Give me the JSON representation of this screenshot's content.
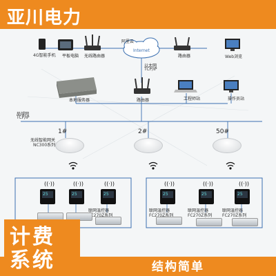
{
  "brand": "亚川电力",
  "devices": {
    "phone": "4G智能手机",
    "pad": "平板电脑",
    "wireless_router": "无线路由器",
    "ali_cloud": "阿里云",
    "internet": "Internet",
    "router_top": "路由器",
    "web_browse": "Web浏览",
    "ethernet": "以太网",
    "tcpip_top": "TCP/IP",
    "local_server": "本地服务器",
    "router_mid": "路由器",
    "eng_station": "工程师站",
    "op_station": "操作员站",
    "lan": "局域网",
    "tcpip_left": "TCP/IP",
    "gateway_line1": "无线智能网关",
    "gateway_line2": "NC300系列",
    "ap1": "1#",
    "ap2": "2#",
    "ap50": "50#"
  },
  "thermostat": {
    "digits": "25",
    "label_line1": "联网温控器",
    "label_line2": "FC270Z系列"
  },
  "captions": {
    "left_line1": "计费",
    "left_line2": "系统",
    "right": "结构简单"
  },
  "colors": {
    "accent": "#ee8a1f",
    "line": "#3a6fb0"
  }
}
